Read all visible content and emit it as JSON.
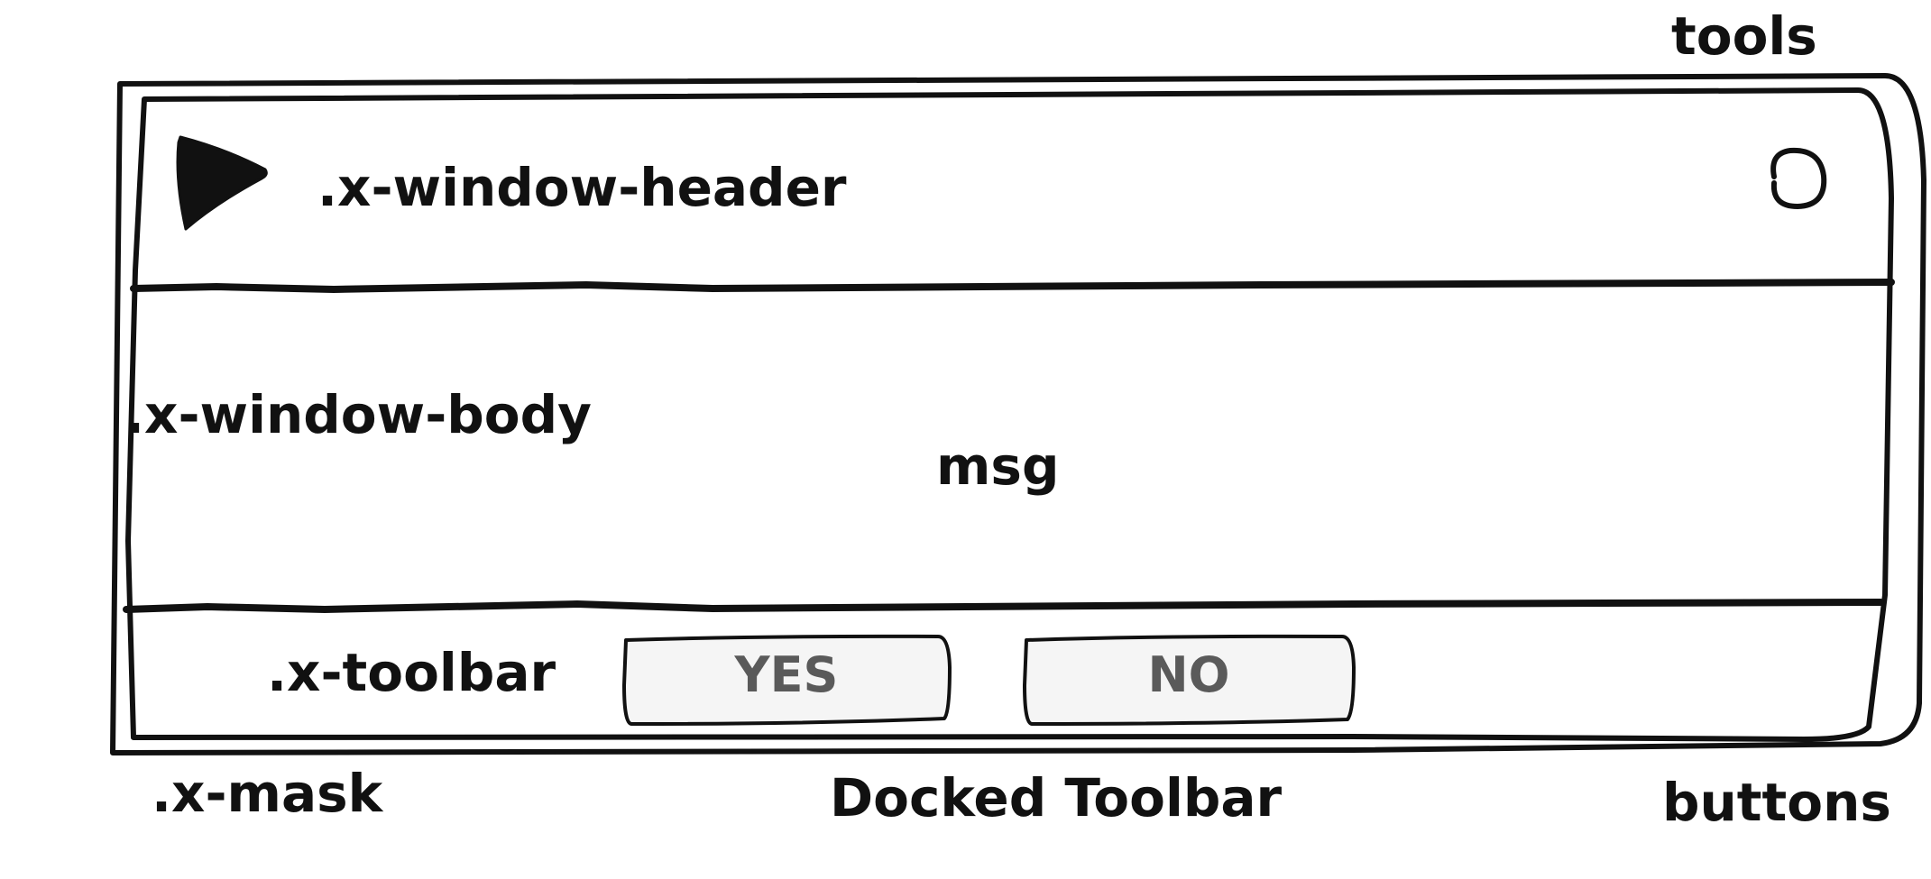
{
  "labels": {
    "tools": "tools",
    "window_header": ".x-window-header",
    "window_body": ".x-window-body",
    "msg": "msg",
    "toolbar": ".x-toolbar",
    "mask": ".x-mask",
    "docked_toolbar": "Docked Toolbar",
    "buttons": "buttons"
  },
  "toolbar_buttons": {
    "yes_label": "YES",
    "no_label": "NO"
  },
  "colors": {
    "stroke": "#111111",
    "button_fill": "#f5f5f5",
    "button_text": "#5a5a5a",
    "background": "#ffffff"
  },
  "icons": {
    "header_left": "play-triangle-icon",
    "header_right": "circle-tool-icon"
  }
}
